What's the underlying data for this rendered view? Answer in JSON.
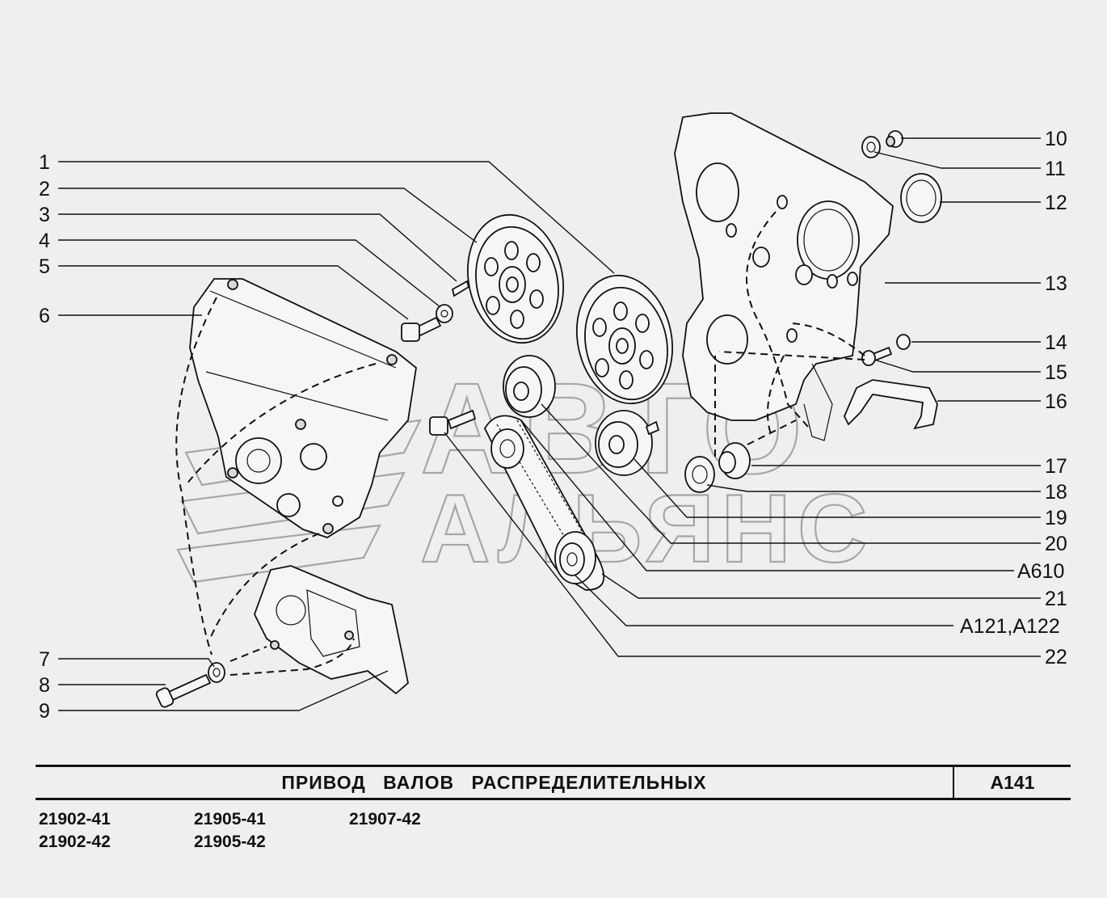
{
  "watermark": {
    "line1": "АВТО",
    "line2": "АЛЬЯНС"
  },
  "callouts": {
    "left": [
      "1",
      "2",
      "3",
      "4",
      "5",
      "6",
      "7",
      "8",
      "9"
    ],
    "right": [
      "10",
      "11",
      "12",
      "13",
      "14",
      "15",
      "16",
      "17",
      "18",
      "19",
      "20",
      "A610",
      "21",
      "A121,A122",
      "22"
    ]
  },
  "title_block": {
    "title": "ПРИВОД   ВАЛОВ   РАСПРЕДЕЛИТЕЛЬНЫХ",
    "code": "A141"
  },
  "models": {
    "col1": [
      "21902-41",
      "21902-42"
    ],
    "col2": [
      "21905-41",
      "21905-42"
    ],
    "col3": [
      "21907-42"
    ]
  }
}
